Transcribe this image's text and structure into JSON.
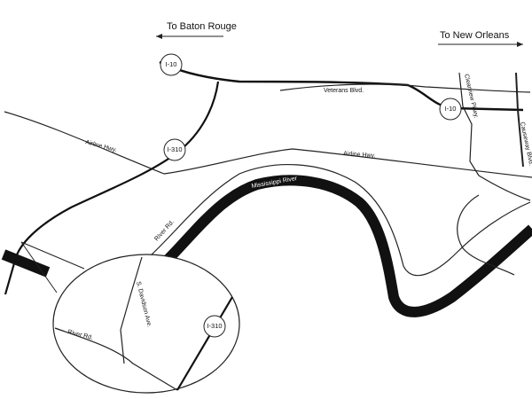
{
  "destinations": {
    "baton_rouge": "To Baton Rouge",
    "new_orleans": "To New Orleans"
  },
  "roads": {
    "veterans": "Veterans Blvd.",
    "airline_left": "Airline Hwy.",
    "airline_right": "Airline Hwy.",
    "mississippi": "Mississippi River",
    "river_rd": "River Rd.",
    "clearview_pkwy": "Clearview Pkwy.",
    "causeway_blvd": "Causeway Blvd."
  },
  "shields": {
    "i10_west": "I-10",
    "i10_east": "I-10",
    "i310_north": "I-310",
    "i310_inset": "I-310"
  },
  "inset": {
    "river_rd": "River Rd.",
    "s_davidson": "S. Davidson Ave."
  }
}
